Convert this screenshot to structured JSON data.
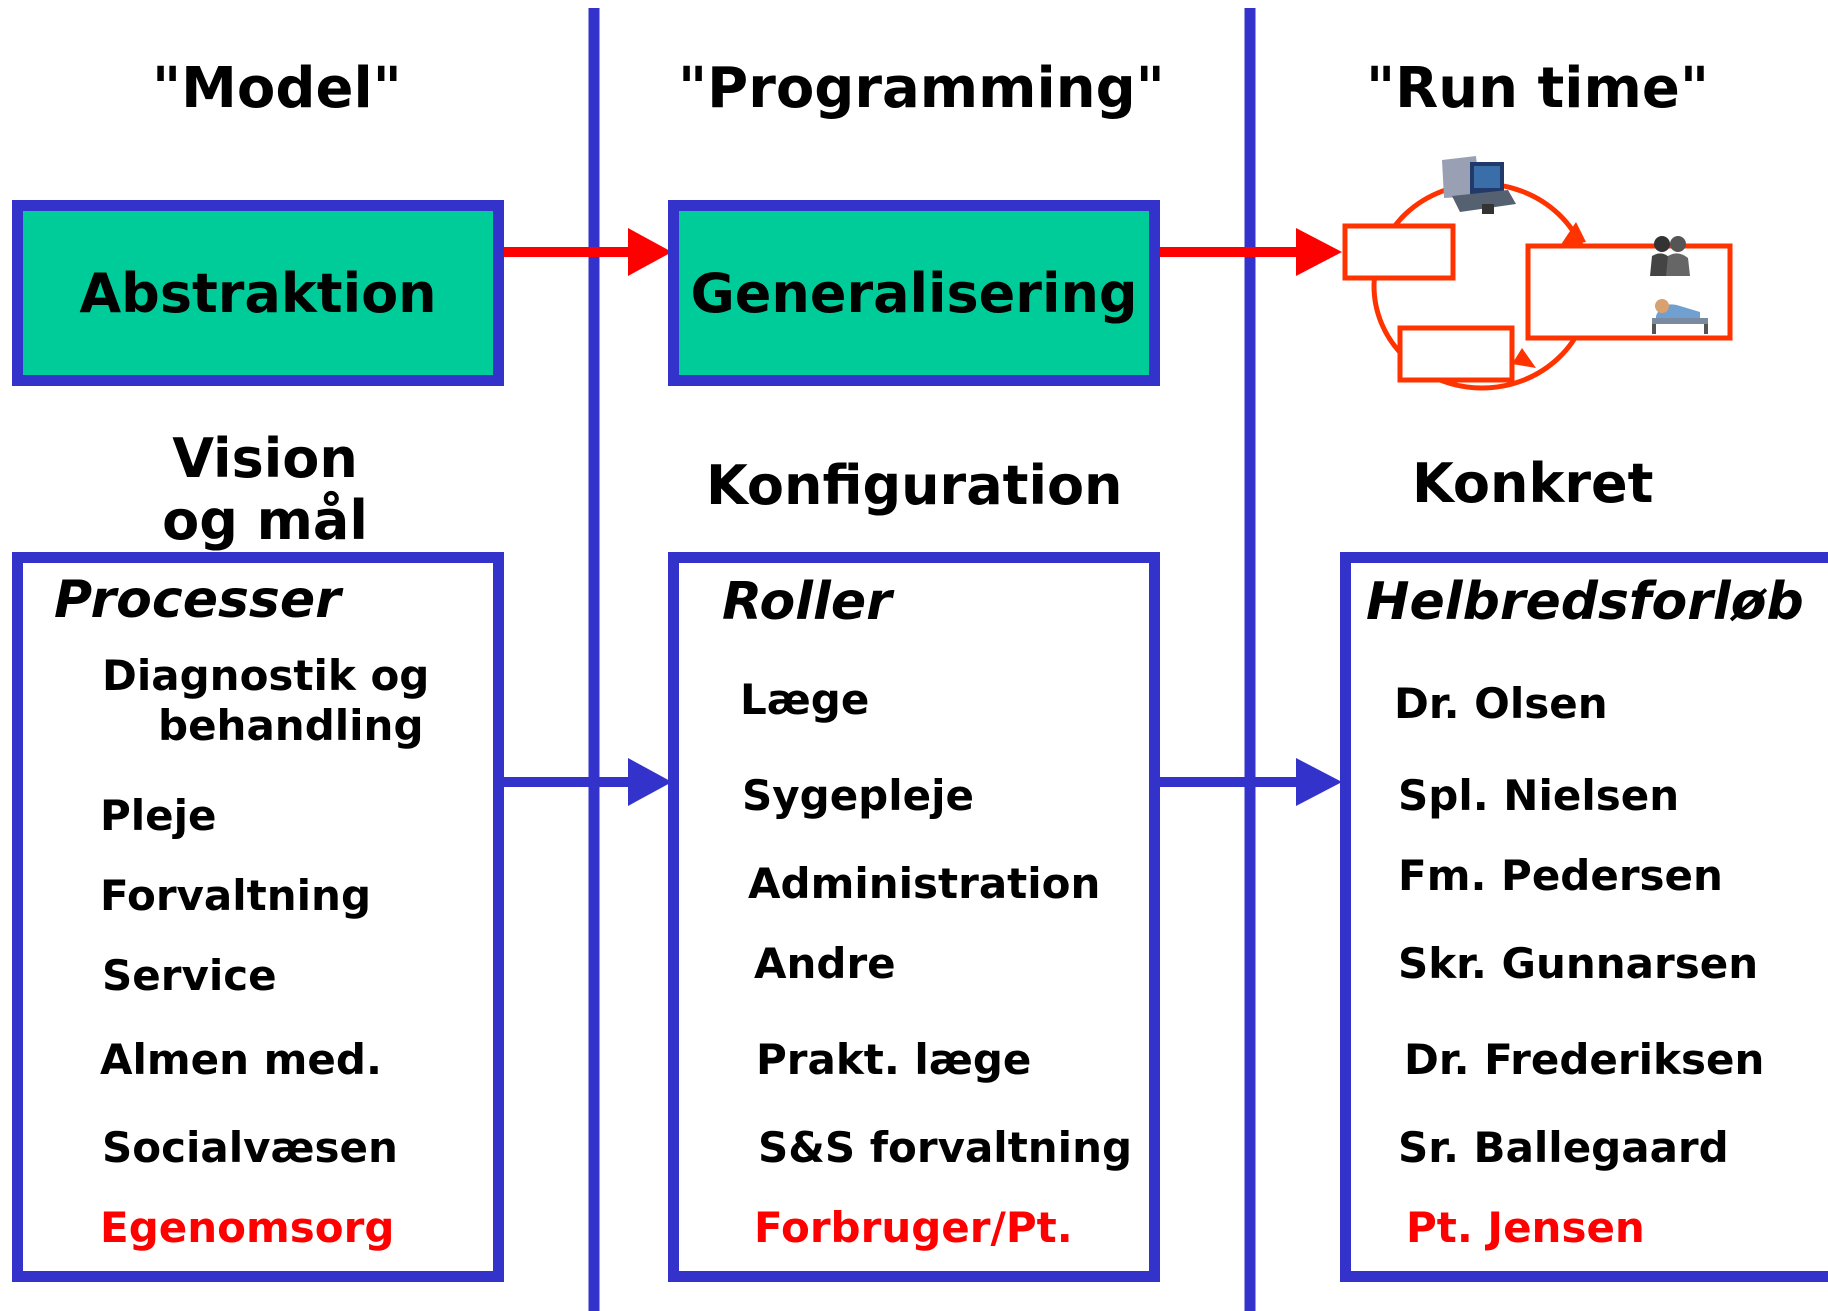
{
  "columns": {
    "model": {
      "header": "\"Model\"",
      "box_label": "Abstraktion",
      "subtitle_lines": [
        "Vision",
        "og mål"
      ],
      "list_title": "Processer",
      "items": [
        "Diagnostik og",
        "behandling",
        "Pleje",
        "Forvaltning",
        "Service",
        "Almen med.",
        "Socialvæsen",
        "Egenomsorg"
      ]
    },
    "programming": {
      "header": "\"Programming\"",
      "box_label": "Generalisering",
      "subtitle": "Konfiguration",
      "list_title": "Roller",
      "items": [
        "Læge",
        "Sygepleje",
        "Administration",
        "Andre",
        "Prakt. læge",
        "S&S forvaltning",
        "Forbruger/Pt."
      ]
    },
    "runtime": {
      "header": "\"Run time\"",
      "subtitle": "Konkret",
      "list_title": "Helbredsforløb",
      "items": [
        "Dr. Olsen",
        "Spl. Nielsen",
        "Fm. Pedersen",
        "Skr. Gunnarsen",
        "Dr. Frederiksen",
        "Sr. Ballegaard",
        "Pt. Jensen"
      ]
    }
  },
  "colors": {
    "divider": "#3333cc",
    "box_fill": "#00cc99",
    "red_arrow": "#ff0000",
    "blue_arrow": "#3333cc",
    "highlight_text": "#ff0000",
    "cycle": "#ff3300"
  }
}
